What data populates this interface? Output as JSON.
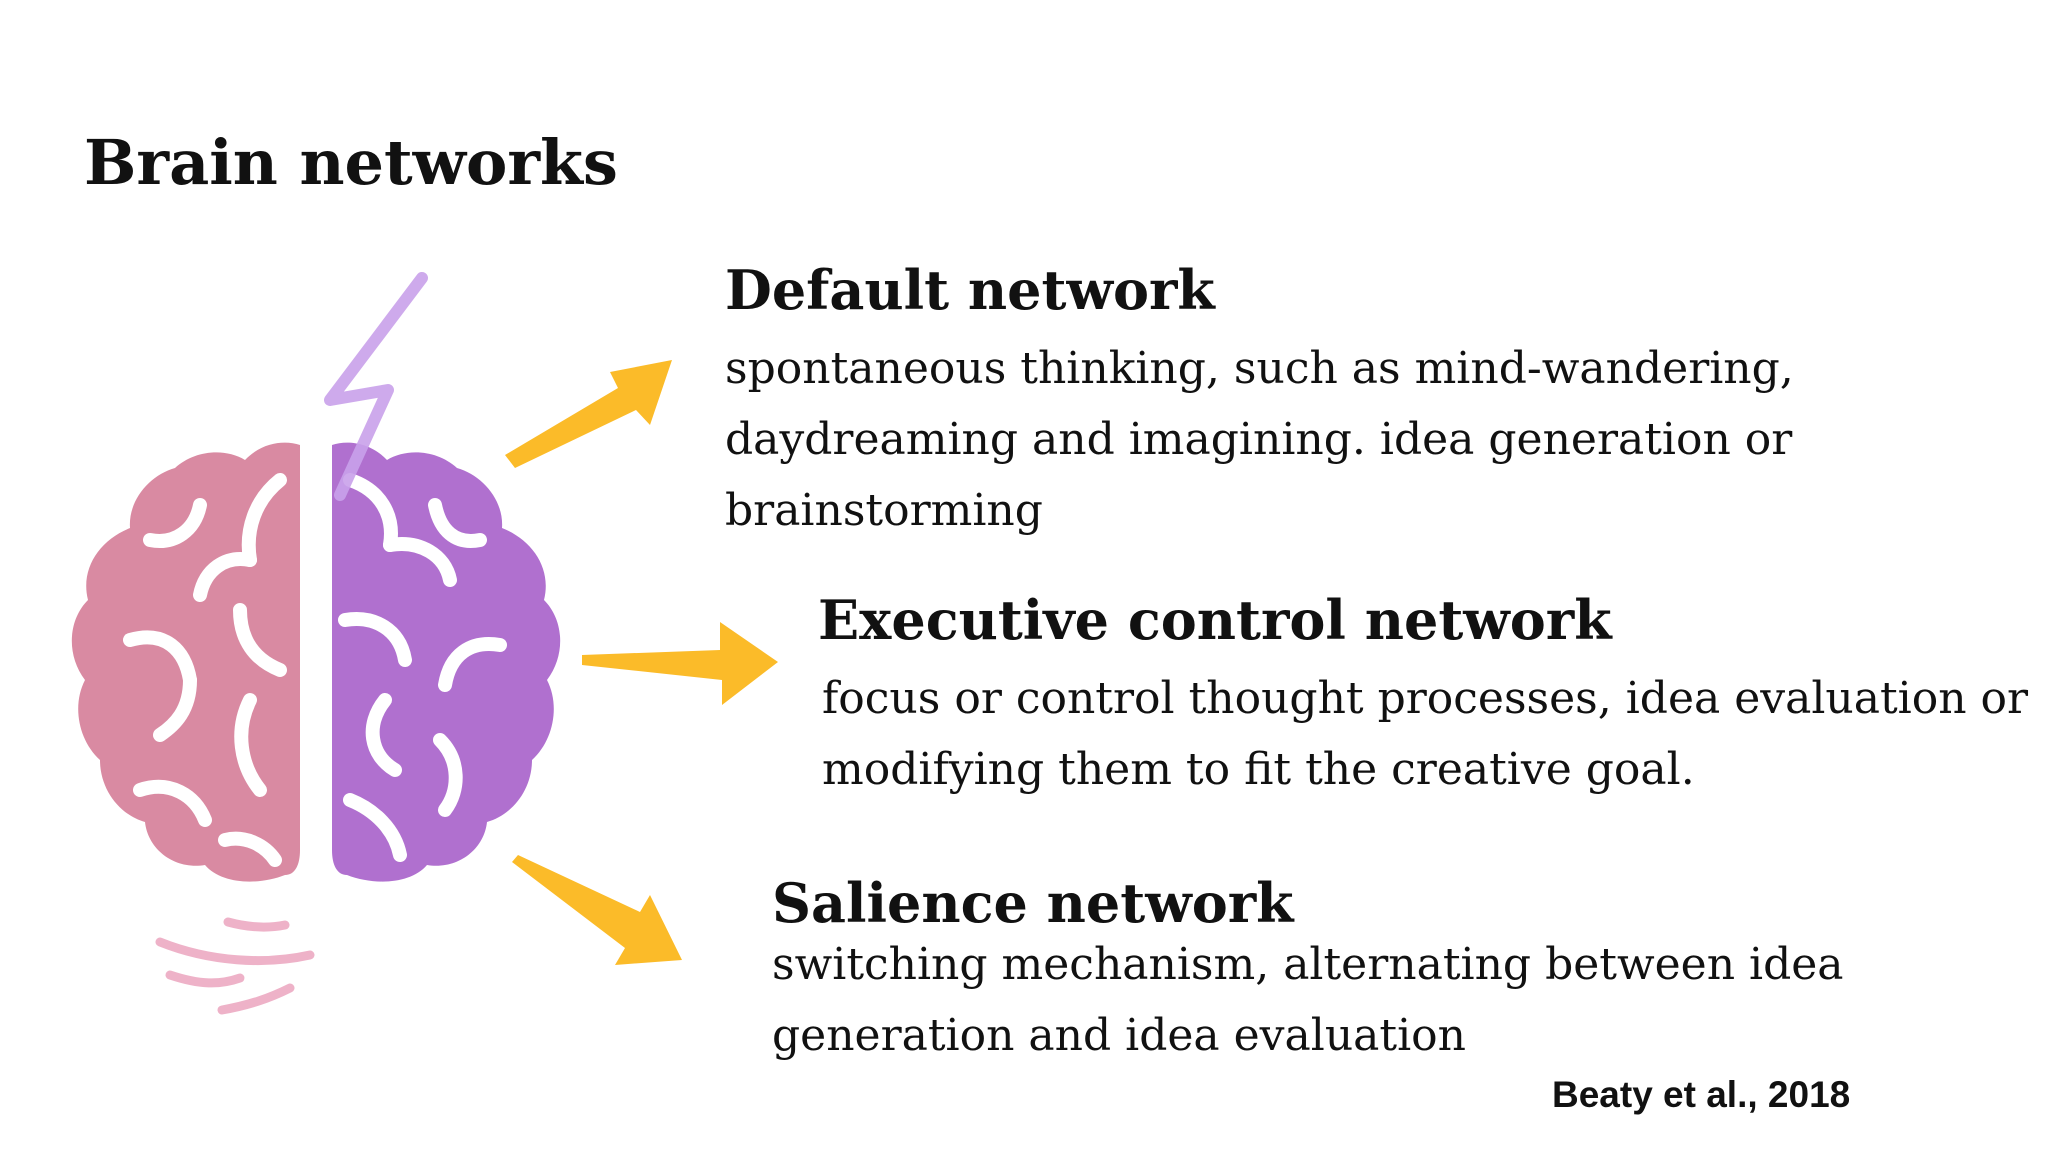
{
  "slide": {
    "title": "Brain networks",
    "citation": "Beaty et al., 2018"
  },
  "networks": [
    {
      "name": "Default network",
      "lines": [
        "spontaneous thinking, such as mind-wandering,",
        "daydreaming and imagining. idea generation or",
        "brainstorming"
      ]
    },
    {
      "name": "Executive control network",
      "lines": [
        "focus or control thought processes, idea evaluation or",
        "modifying them to fit the creative goal."
      ]
    },
    {
      "name": "Salience network",
      "lines": [
        "switching mechanism, alternating between idea",
        "generation and idea evaluation"
      ]
    }
  ],
  "colors": {
    "left_hemisphere": "#d98aa2",
    "right_hemisphere": "#b070cf",
    "lightning": "#c9a1ea",
    "arrow": "#fbbb29",
    "wave": "#eeb2c8"
  }
}
